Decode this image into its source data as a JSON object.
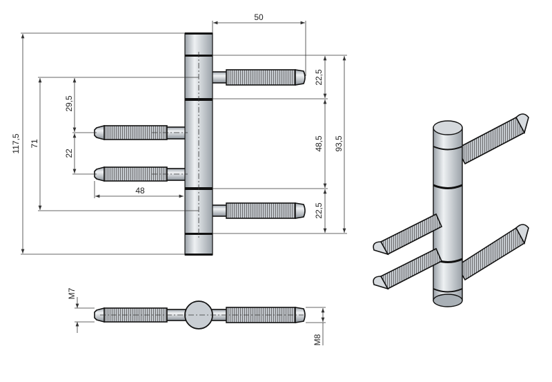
{
  "dimensions": {
    "pin_length": "50",
    "overall_height": "117,5",
    "left_pin_span": "71",
    "top_to_left_pin": "29,5",
    "left_pin_spacing": "22",
    "left_pin_length": "48",
    "top_segment": "22,5",
    "middle_segment": "48,5",
    "bottom_segment": "22,5",
    "outer_segments": "93,5",
    "left_thread": "M7",
    "right_thread": "M8"
  },
  "colors": {
    "metal": "#c9ced3",
    "metal_dark": "#8e959c",
    "outline": "#111111"
  }
}
